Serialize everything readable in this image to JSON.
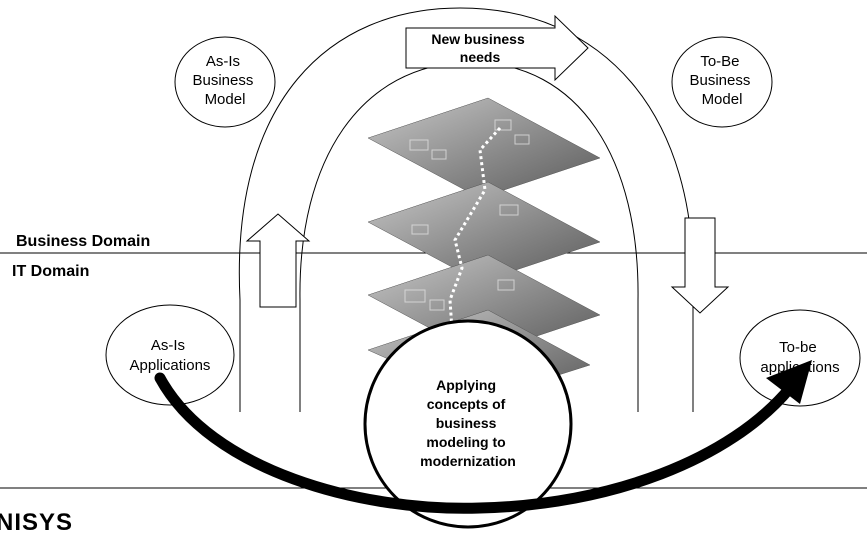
{
  "labels": {
    "as_is_business_model": [
      "As-Is",
      "Business",
      "Model"
    ],
    "to_be_business_model": [
      "To-Be",
      "Business",
      "Model"
    ],
    "new_business_needs": [
      "New business",
      "needs"
    ],
    "business_domain": "Business Domain",
    "it_domain": "IT Domain",
    "as_is_applications": [
      "As-Is",
      "Applications"
    ],
    "to_be_applications": [
      "To-be",
      "applications"
    ],
    "center": [
      "Applying",
      "concepts of",
      "business",
      "modeling to",
      "modernization"
    ],
    "logo": "NISYS"
  }
}
